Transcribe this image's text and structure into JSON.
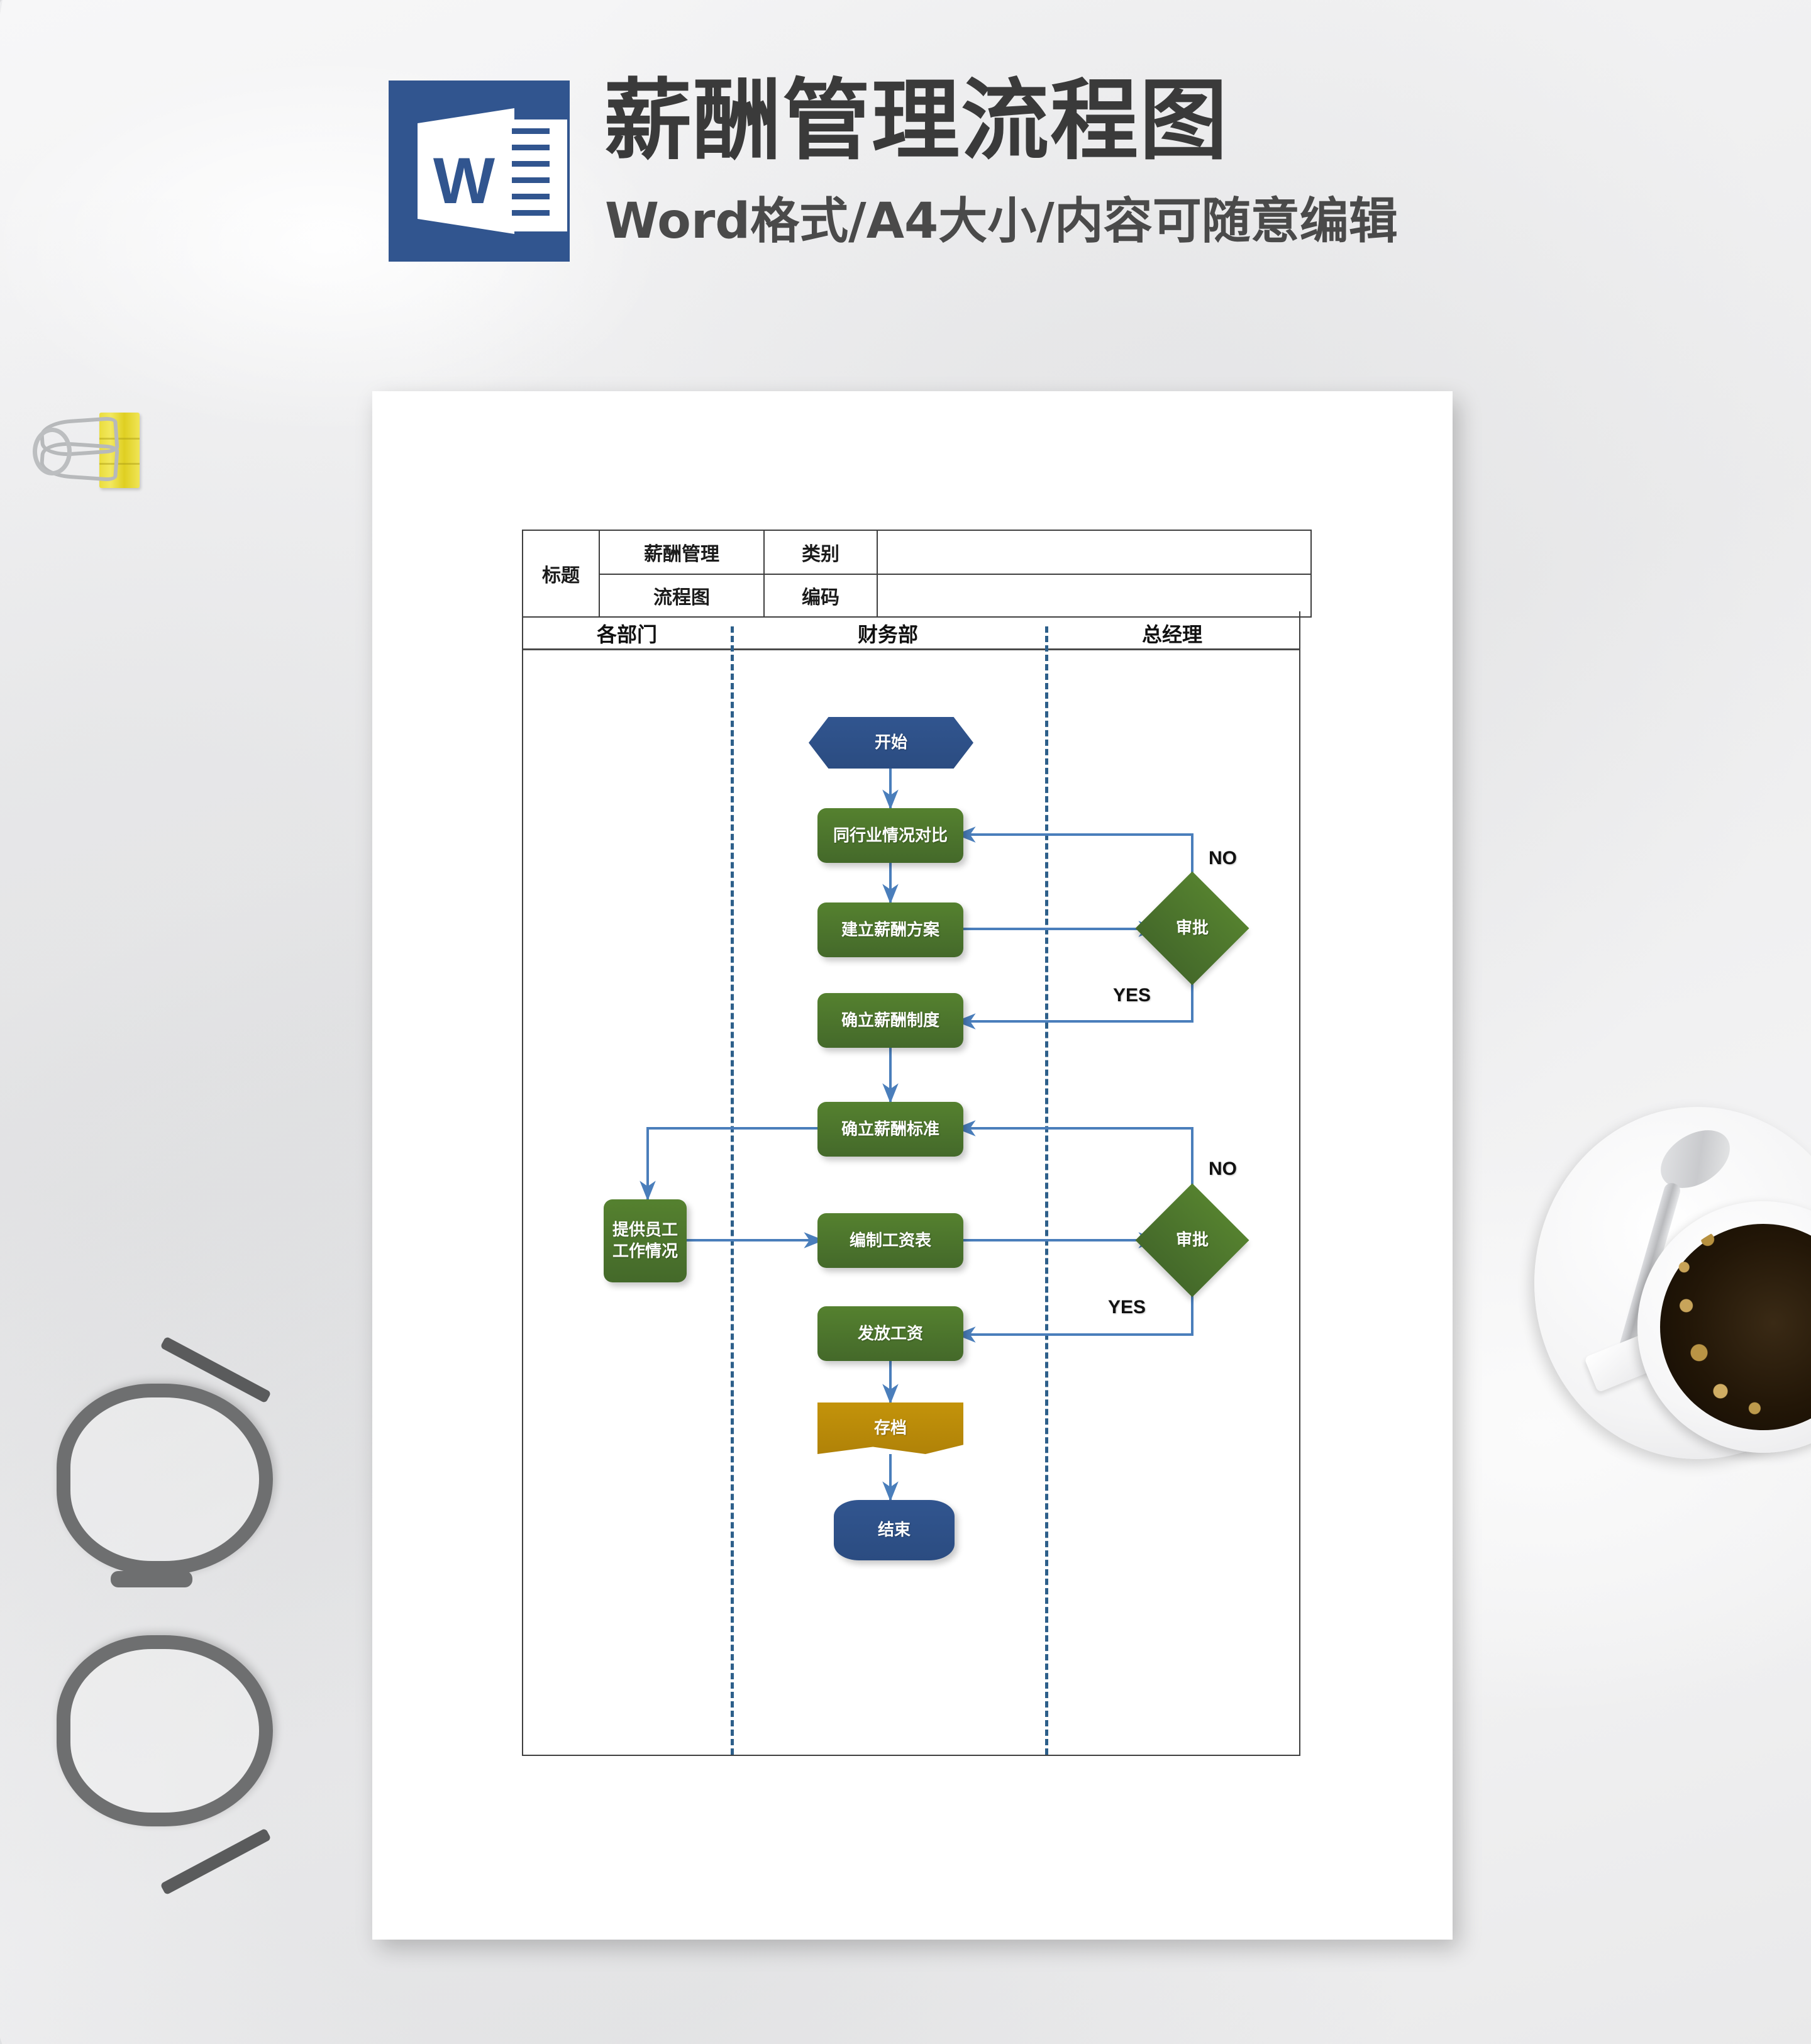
{
  "banner": {
    "title": "薪酬管理流程图",
    "subtitle": "Word格式/A4大小/内容可随意编辑",
    "icon_letter": "W",
    "icon_name": "word-app-icon",
    "icon_color": "#31558f"
  },
  "info_table": {
    "label": "标题",
    "doc_name_line1": "薪酬管理",
    "doc_name_line2": "流程图",
    "category_key": "类别",
    "category_value": "",
    "code_key": "编码",
    "code_value": ""
  },
  "lanes": [
    {
      "id": "dept",
      "title": "各部门"
    },
    {
      "id": "finance",
      "title": "财务部"
    },
    {
      "id": "gm",
      "title": "总经理"
    }
  ],
  "colors": {
    "start_end": "#31558f",
    "process": "#55812f",
    "decision": "#55812f",
    "storage": "#c3930a",
    "connector": "#4a7ebb",
    "lane_divider": "#2d5f8a",
    "table_border": "#3f3f3f"
  },
  "chart_data": {
    "type": "diagram",
    "title": "薪酬管理流程图",
    "lanes": [
      "各部门",
      "财务部",
      "总经理"
    ],
    "nodes": [
      {
        "id": "start",
        "label": "开始",
        "shape": "hexagon",
        "lane": "财务部",
        "color": "#31558f"
      },
      {
        "id": "compare",
        "label": "同行业情况对比",
        "shape": "process",
        "lane": "财务部",
        "color": "#55812f"
      },
      {
        "id": "plan",
        "label": "建立薪酬方案",
        "shape": "process",
        "lane": "财务部",
        "color": "#55812f"
      },
      {
        "id": "appr1",
        "label": "审批",
        "shape": "decision",
        "lane": "总经理",
        "color": "#55812f"
      },
      {
        "id": "system",
        "label": "确立薪酬制度",
        "shape": "process",
        "lane": "财务部",
        "color": "#55812f"
      },
      {
        "id": "standard",
        "label": "确立薪酬标准",
        "shape": "process",
        "lane": "财务部",
        "color": "#55812f"
      },
      {
        "id": "staff",
        "label": "提供员工\n工作情况",
        "shape": "process",
        "lane": "各部门",
        "color": "#55812f"
      },
      {
        "id": "payroll",
        "label": "编制工资表",
        "shape": "process",
        "lane": "财务部",
        "color": "#55812f"
      },
      {
        "id": "appr2",
        "label": "审批",
        "shape": "decision",
        "lane": "总经理",
        "color": "#55812f"
      },
      {
        "id": "pay",
        "label": "发放工资",
        "shape": "process",
        "lane": "财务部",
        "color": "#55812f"
      },
      {
        "id": "archive",
        "label": "存档",
        "shape": "storage",
        "lane": "财务部",
        "color": "#c3930a"
      },
      {
        "id": "end",
        "label": "结束",
        "shape": "terminator",
        "lane": "财务部",
        "color": "#31558f"
      }
    ],
    "edges": [
      {
        "from": "start",
        "to": "compare",
        "label": ""
      },
      {
        "from": "compare",
        "to": "plan",
        "label": ""
      },
      {
        "from": "plan",
        "to": "appr1",
        "label": ""
      },
      {
        "from": "appr1",
        "to": "compare",
        "label": "NO"
      },
      {
        "from": "appr1",
        "to": "system",
        "label": "YES"
      },
      {
        "from": "system",
        "to": "standard",
        "label": ""
      },
      {
        "from": "standard",
        "to": "staff",
        "label": ""
      },
      {
        "from": "staff",
        "to": "payroll",
        "label": ""
      },
      {
        "from": "payroll",
        "to": "appr2",
        "label": ""
      },
      {
        "from": "appr2",
        "to": "standard",
        "label": "NO"
      },
      {
        "from": "appr2",
        "to": "pay",
        "label": "YES"
      },
      {
        "from": "pay",
        "to": "archive",
        "label": ""
      },
      {
        "from": "archive",
        "to": "end",
        "label": ""
      }
    ],
    "branch_labels": [
      "NO",
      "YES",
      "NO",
      "YES"
    ]
  },
  "flow": {
    "start": "开始",
    "compare": "同行业情况对比",
    "plan": "建立薪酬方案",
    "approval1": "审批",
    "system": "确立薪酬制度",
    "standard": "确立薪酬标准",
    "staff_l1": "提供员工",
    "staff_l2": "工作情况",
    "payroll": "编制工资表",
    "approval2": "审批",
    "pay": "发放工资",
    "archive": "存档",
    "end": "结束",
    "no1": "NO",
    "yes1": "YES",
    "no2": "NO",
    "yes2": "YES"
  },
  "desk_objects": {
    "clip": "binder-clip",
    "glasses": "eyeglasses",
    "coffee": "coffee-cup"
  }
}
